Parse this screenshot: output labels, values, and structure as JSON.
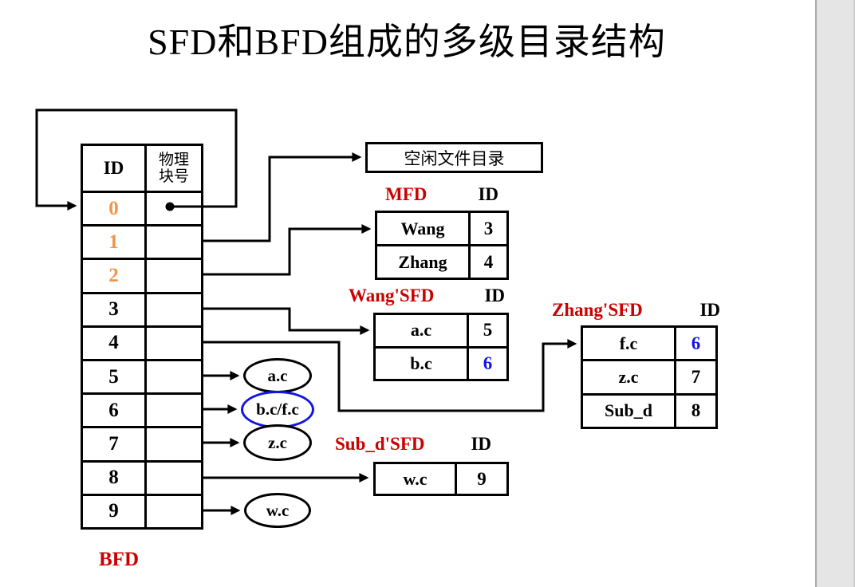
{
  "title": "SFD和BFD组成的多级目录结构",
  "colors": {
    "accent_red": "#cc0000",
    "accent_orange": "#f0954a",
    "accent_blue": "#1414e6",
    "line_black": "#000000",
    "sidebar_gray": "#e5e5e5"
  },
  "bfd": {
    "label": "BFD",
    "header_id": "ID",
    "header_block": "物理\n块号",
    "rows": [
      "0",
      "1",
      "2",
      "3",
      "4",
      "5",
      "6",
      "7",
      "8",
      "9"
    ]
  },
  "free_dir": {
    "label": "空闲文件目录"
  },
  "mfd": {
    "title": "MFD",
    "id_label": "ID",
    "rows": [
      {
        "name": "Wang",
        "id": "3"
      },
      {
        "name": "Zhang",
        "id": "4"
      }
    ]
  },
  "wang_sfd": {
    "title": "Wang'SFD",
    "id_label": "ID",
    "rows": [
      {
        "name": "a.c",
        "id": "5"
      },
      {
        "name": "b.c",
        "id": "6"
      }
    ]
  },
  "zhang_sfd": {
    "title": "Zhang'SFD",
    "id_label": "ID",
    "rows": [
      {
        "name": "f.c",
        "id": "6"
      },
      {
        "name": "z.c",
        "id": "7"
      },
      {
        "name": "Sub_d",
        "id": "8"
      }
    ]
  },
  "subd_sfd": {
    "title": "Sub_d'SFD",
    "id_label": "ID",
    "rows": [
      {
        "name": "w.c",
        "id": "9"
      }
    ]
  },
  "ellipses": [
    {
      "label": "a.c"
    },
    {
      "label": "b.c/f.c"
    },
    {
      "label": "z.c"
    },
    {
      "label": "w.c"
    }
  ]
}
